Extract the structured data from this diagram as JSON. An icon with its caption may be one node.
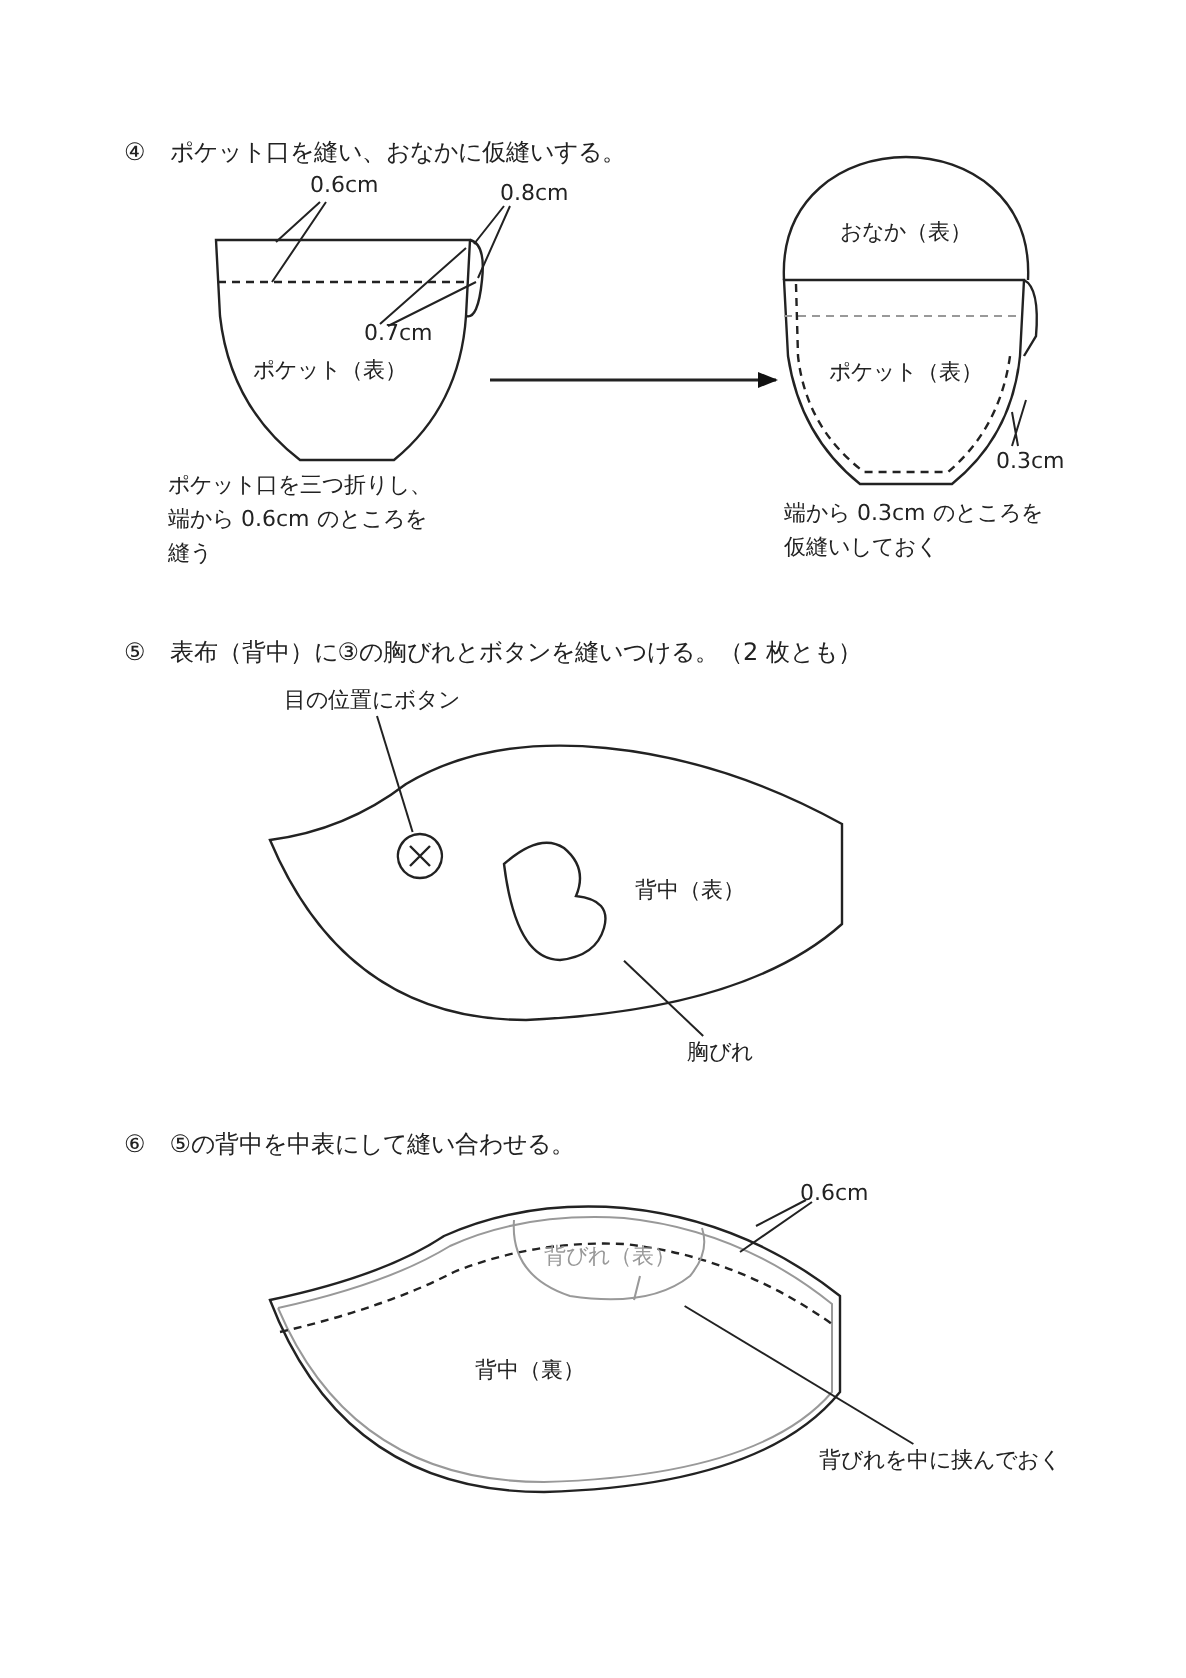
{
  "diagram": {
    "nodes": [
      {
        "text": [
          "ポケット（表）"
        ],
        "beside": [
          "ポケット口を三つ折りし、端から 0.6cm のところを縫う"
        ]
      },
      {
        "text": [
          "おなか（表）"
        ]
      },
      {
        "text": [
          "ポケット（表）"
        ],
        "beside": [
          "端から 0.3cm のところを仮縫いしておく"
        ]
      },
      {
        "text": [
          "背中（表）"
        ]
      },
      {
        "text": [],
        "shape": "circle",
        "in": 3
      },
      {
        "text": [],
        "shape": "heart",
        "in": 3
      },
      {
        "text": [
          "目の位置にボタン"
        ]
      },
      {
        "text": [
          "胸びれ"
        ]
      },
      {
        "text": [
          "背中（裏）"
        ]
      },
      {
        "text": [
          "背びれ（表）"
        ],
        "in": 8
      },
      {
        "text": [
          "背びれを中に挟んでおく"
        ]
      }
    ],
    "edges": [
      {
        "from": 0,
        "to": 2,
        "arrow": "to"
      },
      {
        "from": 6,
        "to": 4,
        "arrow": "none"
      },
      {
        "from": 7,
        "to": 5,
        "arrow": "none"
      },
      {
        "from": 10,
        "to": 9,
        "arrow": "none"
      }
    ],
    "labels": [
      "④　ポケット口を縫い、おなかに仮縫いする。",
      "0.6cm",
      "0.8cm",
      "0.7cm",
      "0.3cm",
      "⑤　表布（背中）に③の胸びれとボタンを縫いつける。（2 枚とも）",
      "⑥　⑤の背中を中表にして縫い合わせる。",
      "0.6cm"
    ]
  }
}
